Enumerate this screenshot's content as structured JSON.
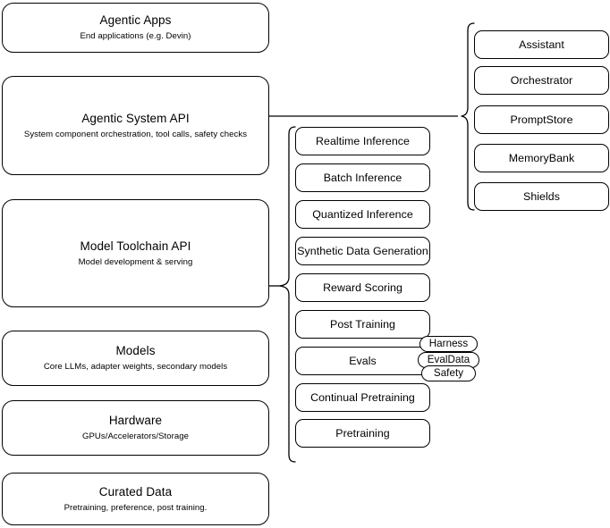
{
  "diagram": {
    "type": "layered-architecture-stack",
    "stack": {
      "layers": [
        {
          "title": "Agentic Apps",
          "subtitle": "End applications (e.g. Devin)"
        },
        {
          "title": "Agentic System API",
          "subtitle": "System component orchestration, tool calls, safety checks"
        },
        {
          "title": "Model Toolchain API",
          "subtitle": "Model development & serving"
        },
        {
          "title": "Models",
          "subtitle": "Core LLMs, adapter weights, secondary models"
        },
        {
          "title": "Hardware",
          "subtitle": "GPUs/Accelerators/Storage"
        },
        {
          "title": "Curated Data",
          "subtitle": "Pretraining, preference, post training."
        }
      ]
    },
    "toolchain_capabilities": {
      "items": [
        {
          "label": "Realtime Inference"
        },
        {
          "label": "Batch Inference"
        },
        {
          "label": "Quantized Inference"
        },
        {
          "label": "Synthetic Data Generation"
        },
        {
          "label": "Reward Scoring"
        },
        {
          "label": "Post Training"
        },
        {
          "label": "Evals"
        },
        {
          "label": "Continual Pretraining"
        },
        {
          "label": "Pretraining"
        }
      ]
    },
    "evals_badges": {
      "items": [
        {
          "label": "Harness"
        },
        {
          "label": "EvalData"
        },
        {
          "label": "Safety"
        }
      ]
    },
    "agentic_system_components": {
      "items": [
        {
          "label": "Assistant"
        },
        {
          "label": "Orchestrator"
        },
        {
          "label": "PromptStore"
        },
        {
          "label": "MemoryBank"
        },
        {
          "label": "Shields"
        }
      ]
    },
    "style": {
      "stroke": "#000000",
      "fill": "#ffffff",
      "background": "#ffffff"
    }
  }
}
